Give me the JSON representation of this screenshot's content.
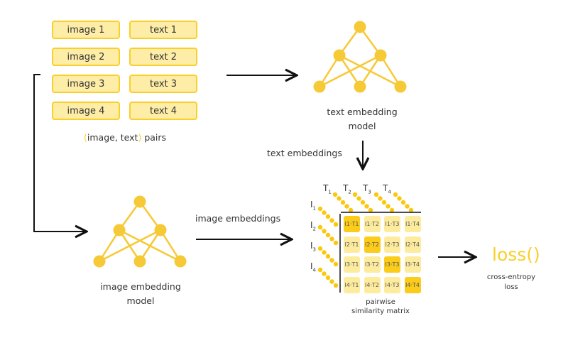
{
  "pairs": {
    "images": [
      "image 1",
      "image 2",
      "image 3",
      "image 4"
    ],
    "texts": [
      "text 1",
      "text 2",
      "text 3",
      "text 4"
    ],
    "caption_open": "(",
    "caption_mid": "image, text",
    "caption_close": ")",
    "caption_tail": " pairs"
  },
  "text_model": {
    "line1": "text embedding",
    "line2": "model"
  },
  "image_model": {
    "line1": "image embedding",
    "line2": "model"
  },
  "edges": {
    "text_embeddings": "text embeddings",
    "image_embeddings": "image embeddings"
  },
  "matrix": {
    "col_headers": [
      "T",
      "T",
      "T",
      "T"
    ],
    "col_subs": [
      "1",
      "2",
      "3",
      "4"
    ],
    "row_headers": [
      "I",
      "I",
      "I",
      "I"
    ],
    "row_subs": [
      "1",
      "2",
      "3",
      "4"
    ],
    "cells": [
      [
        "I1·T1",
        "I1·T2",
        "I1·T3",
        "I1·T4"
      ],
      [
        "I2·T1",
        "I2·T2",
        "I2·T3",
        "I2·T4"
      ],
      [
        "I3·T1",
        "I3·T2",
        "I3·T3",
        "I3·T4"
      ],
      [
        "I4·T1",
        "I4·T2",
        "I4·T3",
        "I4·T4"
      ]
    ],
    "caption_line1": "pairwise",
    "caption_line2": "similarity matrix"
  },
  "loss": {
    "title": "loss()",
    "line1": "cross-entropy",
    "line2": "loss"
  },
  "colors": {
    "accent": "#f9cf2b",
    "box_fill": "#feeda6",
    "diag": "#fbcc1a",
    "node": "#f6c936"
  }
}
